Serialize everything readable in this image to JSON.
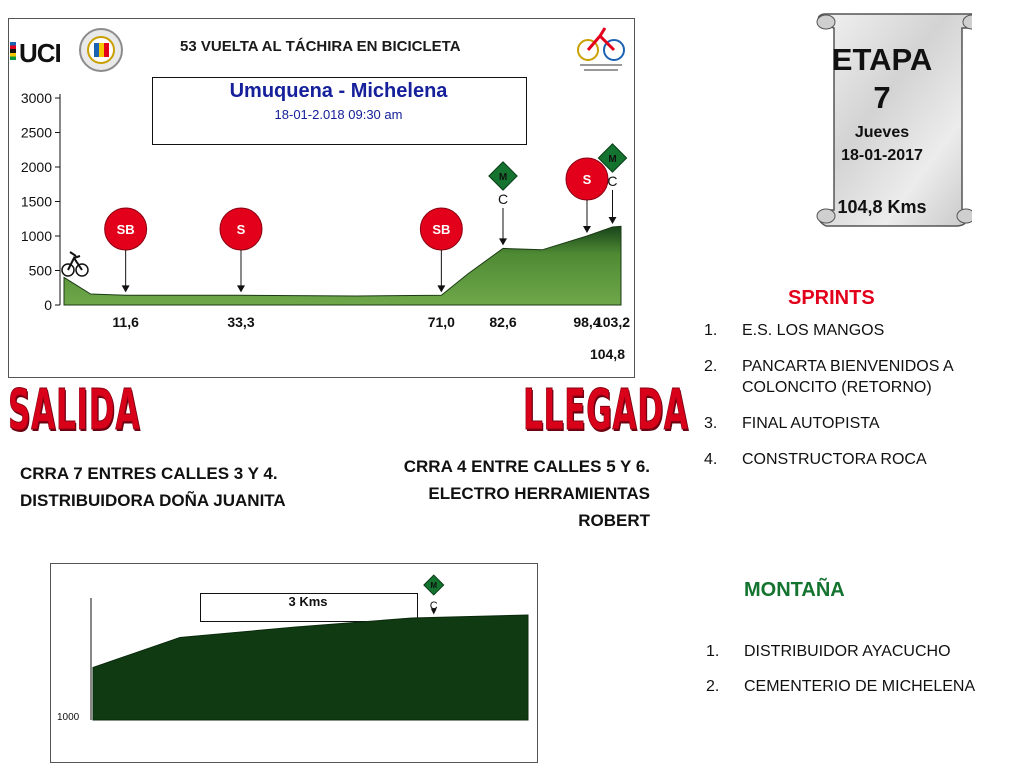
{
  "header": {
    "uci_logo": "UCI",
    "race_title": "53 VUELTA AL TÁCHIRA EN BICICLETA",
    "stage_name": "Umuquena - Michelena",
    "stage_datetime": "18-01-2.018      09:30 am"
  },
  "etapa": {
    "title": "ETAPA",
    "number": "7",
    "day": "Jueves",
    "date": "18-01-2017",
    "distance": "104,8 Kms"
  },
  "sprints": {
    "heading": "SPRINTS",
    "items": [
      {
        "num": "1.",
        "text": "E.S. LOS MANGOS"
      },
      {
        "num": "2.",
        "text": "PANCARTA BIENVENIDOS A COLONCITO (RETORNO)"
      },
      {
        "num": "3.",
        "text": "FINAL AUTOPISTA"
      },
      {
        "num": "4.",
        "text": "CONSTRUCTORA ROCA"
      }
    ]
  },
  "montana": {
    "heading": "MONTAÑA",
    "items": [
      {
        "num": "1.",
        "text": "DISTRIBUIDOR AYACUCHO"
      },
      {
        "num": "2.",
        "text": "CEMENTERIO DE MICHELENA"
      }
    ]
  },
  "salida": {
    "label": "SALIDA",
    "address": "CRRA 7 ENTRES CALLES 3 Y 4. DISTRIBUIDORA DOÑA JUANITA"
  },
  "llegada": {
    "label": "LLEGADA",
    "address": "CRRA 4 ENTRE CALLES 5 Y 6. ELECTRO HERRAMIENTAS ROBERT"
  },
  "chart_data": [
    {
      "type": "area",
      "ylim": [
        0,
        3000
      ],
      "yticks": [
        "3000",
        "2500",
        "2000",
        "1500",
        "1000",
        "500",
        "0"
      ],
      "x": [
        0,
        5,
        11.6,
        33.3,
        55,
        71.0,
        76,
        82.6,
        90,
        98.4,
        103.2,
        104.8
      ],
      "values": [
        400,
        160,
        140,
        140,
        130,
        140,
        450,
        820,
        800,
        1000,
        1130,
        1140
      ],
      "total_label": "104,8",
      "colors": {
        "grass": "#4f8a34",
        "forest": "#17441a",
        "sprint": "#e3001b",
        "mountain": "#14732f"
      },
      "markers": [
        {
          "x": 11.6,
          "x_label": "11,6",
          "kind": "SB"
        },
        {
          "x": 33.3,
          "x_label": "33,3",
          "kind": "S"
        },
        {
          "x": 71.0,
          "x_label": "71,0",
          "kind": "SB"
        },
        {
          "x": 82.6,
          "x_label": "82,6",
          "kind": "M",
          "sub": "C"
        },
        {
          "x": 98.4,
          "x_label": "98,4",
          "kind": "S"
        },
        {
          "x": 103.2,
          "x_label": "103,2",
          "kind": "M",
          "sub": "C"
        }
      ]
    },
    {
      "type": "area",
      "title": "3 Kms",
      "ylabel_tick": "1000",
      "x": [
        0,
        0.6,
        1.4,
        2.2,
        3.0
      ],
      "values": [
        0.35,
        0.55,
        0.62,
        0.68,
        0.7
      ],
      "marker": {
        "x": 2.35,
        "kind": "M",
        "sub": "C"
      },
      "colors": {
        "fill": "#0f3a12"
      }
    }
  ]
}
